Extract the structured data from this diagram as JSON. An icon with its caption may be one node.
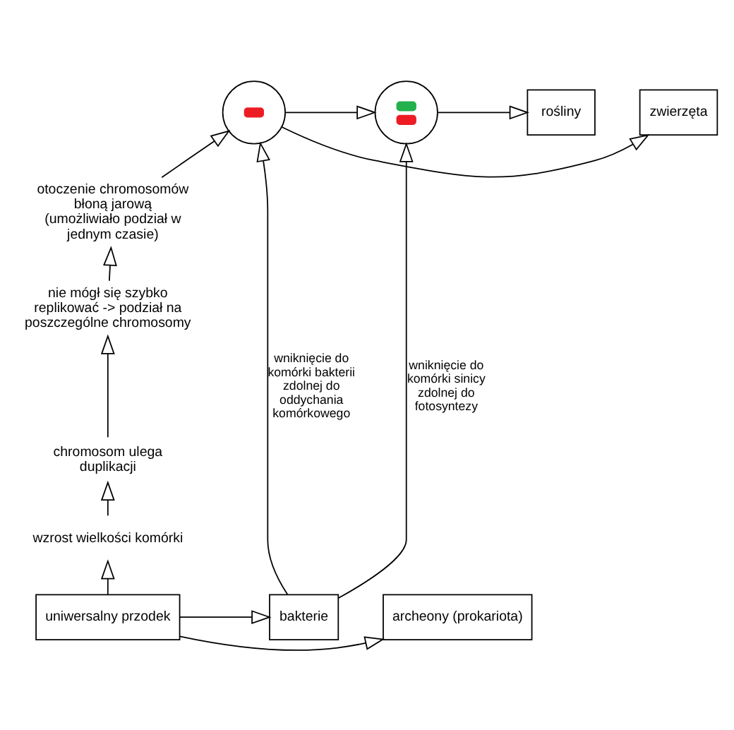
{
  "diagram": {
    "nodes": [
      {
        "text": [
          "zwierzęta"
        ]
      },
      {
        "text": [],
        "shape": "circle"
      },
      {
        "text": [],
        "shape": "circle"
      },
      {
        "text": [
          "rośliny"
        ]
      },
      {
        "text": [
          "otoczenie chromosomów błoną jarową (umożliwiało podział w jednym czasie)"
        ]
      },
      {
        "text": [
          "nie mógł się szybko replikować -> podział na poszczególne chromosomy"
        ]
      },
      {
        "text": [
          "chromosom ulega duplikacji"
        ]
      },
      {
        "text": [
          "wzrost wielkości komórki"
        ]
      },
      {
        "text": [
          "archeony (prokariota)"
        ]
      },
      {
        "text": [
          "uniwersalny przodek"
        ]
      },
      {
        "text": [
          "bakterie"
        ]
      }
    ],
    "edges": [
      {
        "from": 9,
        "to": 7,
        "arrow": "to"
      },
      {
        "from": 7,
        "to": 6,
        "arrow": "to"
      },
      {
        "from": 6,
        "to": 5,
        "arrow": "to"
      },
      {
        "from": 5,
        "to": 4,
        "arrow": "to"
      },
      {
        "from": 4,
        "to": 1,
        "arrow": "to"
      },
      {
        "from": 1,
        "to": 0,
        "arrow": "to"
      },
      {
        "from": 1,
        "to": 2,
        "arrow": "to"
      },
      {
        "from": 2,
        "to": 3,
        "arrow": "to"
      },
      {
        "from": 9,
        "to": 8,
        "arrow": "to"
      },
      {
        "from": 9,
        "to": 10,
        "arrow": "to"
      },
      {
        "from": 10,
        "to": 1,
        "arrow": "to",
        "label": "wniknięcie do komórki bakterii zdolnej do oddychania komórkowego"
      },
      {
        "from": 10,
        "to": 2,
        "arrow": "to",
        "label": "wniknięcie do komórki sinicy zdolnej do fotosyntezy"
      }
    ]
  }
}
